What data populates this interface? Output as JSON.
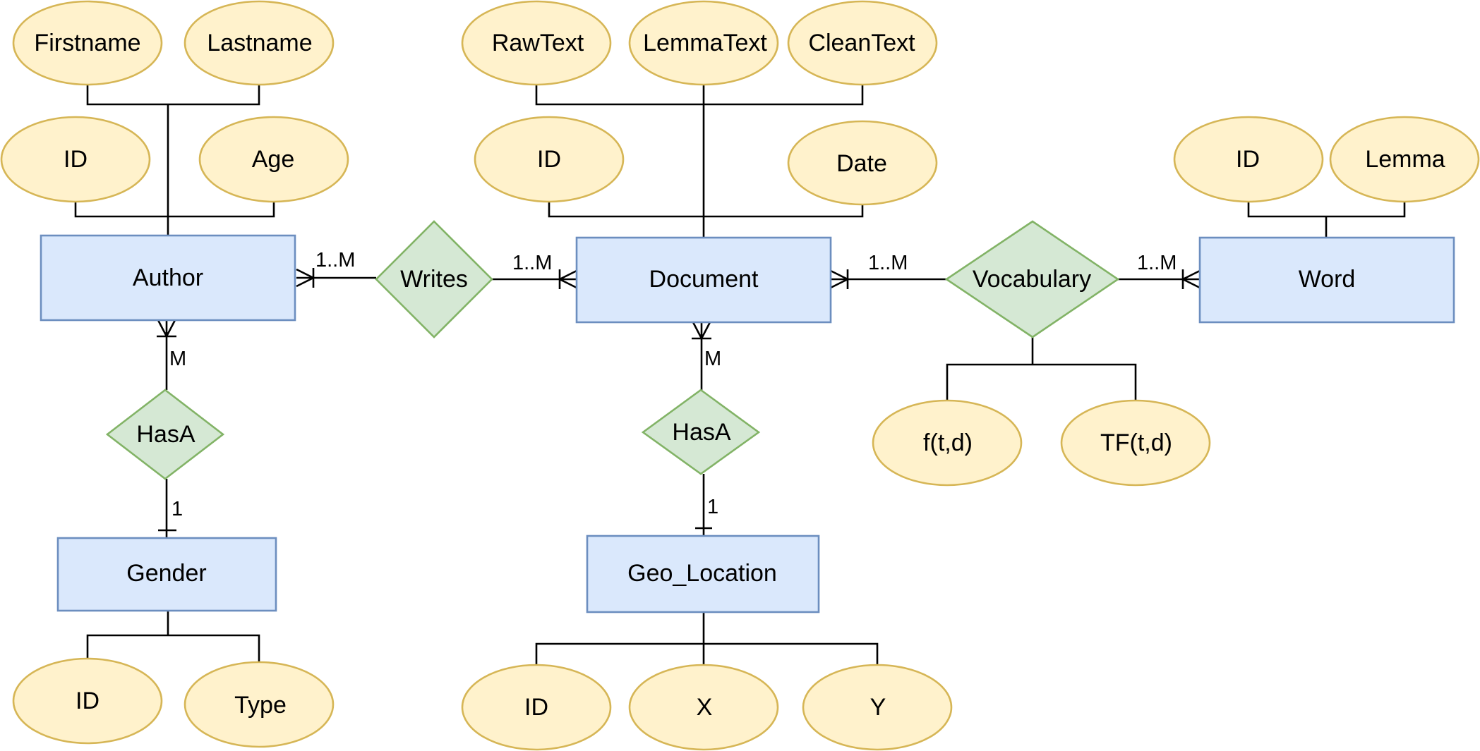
{
  "colors": {
    "entity_fill": "#dae8fc",
    "entity_stroke": "#6c8ebf",
    "relationship_fill": "#d5e8d4",
    "relationship_stroke": "#82b366",
    "attribute_fill": "#fff2cc",
    "attribute_stroke": "#d6b656",
    "line": "#000000"
  },
  "entities": {
    "author": "Author",
    "document": "Document",
    "word": "Word",
    "gender": "Gender",
    "geo_location": "Geo_Location"
  },
  "relationships": {
    "writes": "Writes",
    "vocabulary": "Vocabulary",
    "author_hasa": "HasA",
    "document_hasa": "HasA"
  },
  "attributes": {
    "author": [
      "Firstname",
      "Lastname",
      "ID",
      "Age"
    ],
    "document": [
      "RawText",
      "LemmaText",
      "CleanText",
      "ID",
      "Date"
    ],
    "word": [
      "ID",
      "Lemma"
    ],
    "vocabulary": [
      "f(t,d)",
      "TF(t,d)"
    ],
    "gender": [
      "ID",
      "Type"
    ],
    "geo_location": [
      "ID",
      "X",
      "Y"
    ]
  },
  "cardinalities": {
    "author_writes": "1..M",
    "writes_document": "1..M",
    "document_vocabulary": "1..M",
    "vocabulary_word": "1..M",
    "author_hasa": "M",
    "hasa_gender": "1",
    "document_hasa": "M",
    "hasa_geo_location": "1"
  }
}
